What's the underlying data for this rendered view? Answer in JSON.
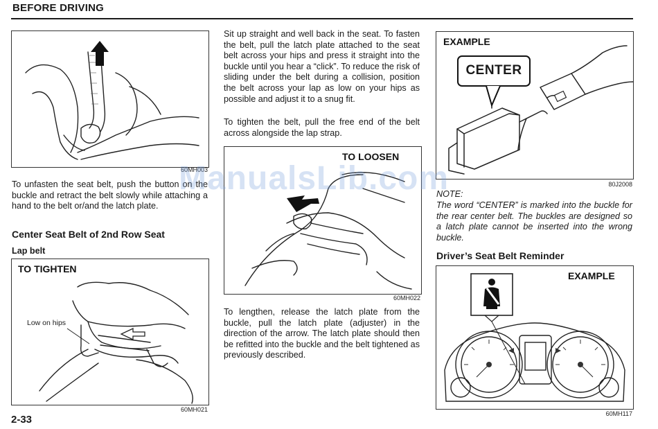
{
  "header": {
    "title": "BEFORE DRIVING"
  },
  "figures": {
    "unfasten": {
      "code": "60MH003"
    },
    "tighten": {
      "label": "TO TIGHTEN",
      "callout": "Low on hips",
      "code": "60MH021"
    },
    "loosen": {
      "label": "TO LOOSEN",
      "code": "60MH022"
    },
    "center_example": {
      "label": "EXAMPLE",
      "buckle_text": "CENTER",
      "code": "80J2008"
    },
    "reminder_example": {
      "label": "EXAMPLE",
      "code": "60MH117"
    }
  },
  "col1": {
    "unfasten_text": "To unfasten the seat belt, push the button on the buckle and retract the belt slowly while attaching a hand to the belt or/and the latch plate.",
    "section_heading": "Center Seat Belt of 2nd Row Seat",
    "sub_heading": "Lap belt"
  },
  "col2": {
    "fasten_text": "Sit up straight and well back in the seat. To fasten the belt, pull the latch plate attached to the seat belt across your hips and press it straight into the buckle until you hear a “click”. To reduce the risk of sliding under the belt during a collision, position the belt across your lap as low on your hips as possible and adjust it to a snug fit.",
    "tighten_text": "To tighten the belt, pull the free end of the belt across alongside the lap strap.",
    "lengthen_text": "To lengthen, release the latch plate from the buckle, pull the latch plate (adjuster) in the direction of the arrow. The latch plate should then be refitted into the buckle and the belt tightened as previously described."
  },
  "col3": {
    "note_label": "NOTE:",
    "note_text": "The word “CENTER” is marked into the buckle for the rear center belt. The buckles are designed so a latch plate cannot be inserted into the wrong buckle.",
    "section_heading": "Driver’s Seat Belt Reminder"
  },
  "watermark": "ManualsLib.com",
  "page_number": "2-33"
}
